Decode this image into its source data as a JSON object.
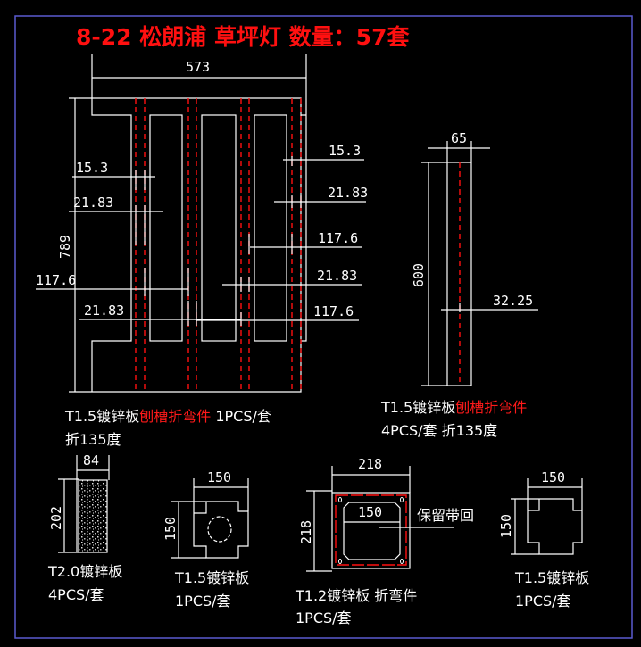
{
  "title": "8-22 松朗浦 草坪灯 数量：57套",
  "frame_color": "#5a5ad0",
  "main_part": {
    "dims": {
      "width": "573",
      "height": "789",
      "l_15_3": "15.3",
      "l_21_83": "21.83",
      "l_117_6": "117.6",
      "l_21_83b": "21.83",
      "r_15_3": "15.3",
      "r_21_83": "21.83",
      "r_117_6": "117.6",
      "r_21_83b": "21.83",
      "r_117_6b": "117.6"
    },
    "label_white": "T1.5镀锌板",
    "label_red": "刨槽折弯件",
    "label_qty": " 1PCS/套",
    "label_line2": "折135度"
  },
  "strip_part": {
    "dims": {
      "width": "65",
      "height": "600",
      "offset": "32.25"
    },
    "label_white": "T1.5镀锌板",
    "label_red": "刨槽折弯件",
    "label_line2": "4PCS/套 折135度"
  },
  "part_a": {
    "dims": {
      "width": "84",
      "height": "202"
    },
    "line1": "T2.0镀锌板",
    "line2": "4PCS/套"
  },
  "part_b": {
    "dims": {
      "width": "150",
      "height": "150"
    },
    "line1": "T1.5镀锌板",
    "line2": "1PCS/套"
  },
  "part_c": {
    "dims": {
      "width": "218",
      "height": "218",
      "inner": "150"
    },
    "note": "保留带回",
    "line1": "T1.2镀锌板 折弯件",
    "line2": "1PCS/套"
  },
  "part_d": {
    "dims": {
      "width": "150",
      "height": "150"
    },
    "line1": "T1.5镀锌板",
    "line2": "1PCS/套"
  }
}
